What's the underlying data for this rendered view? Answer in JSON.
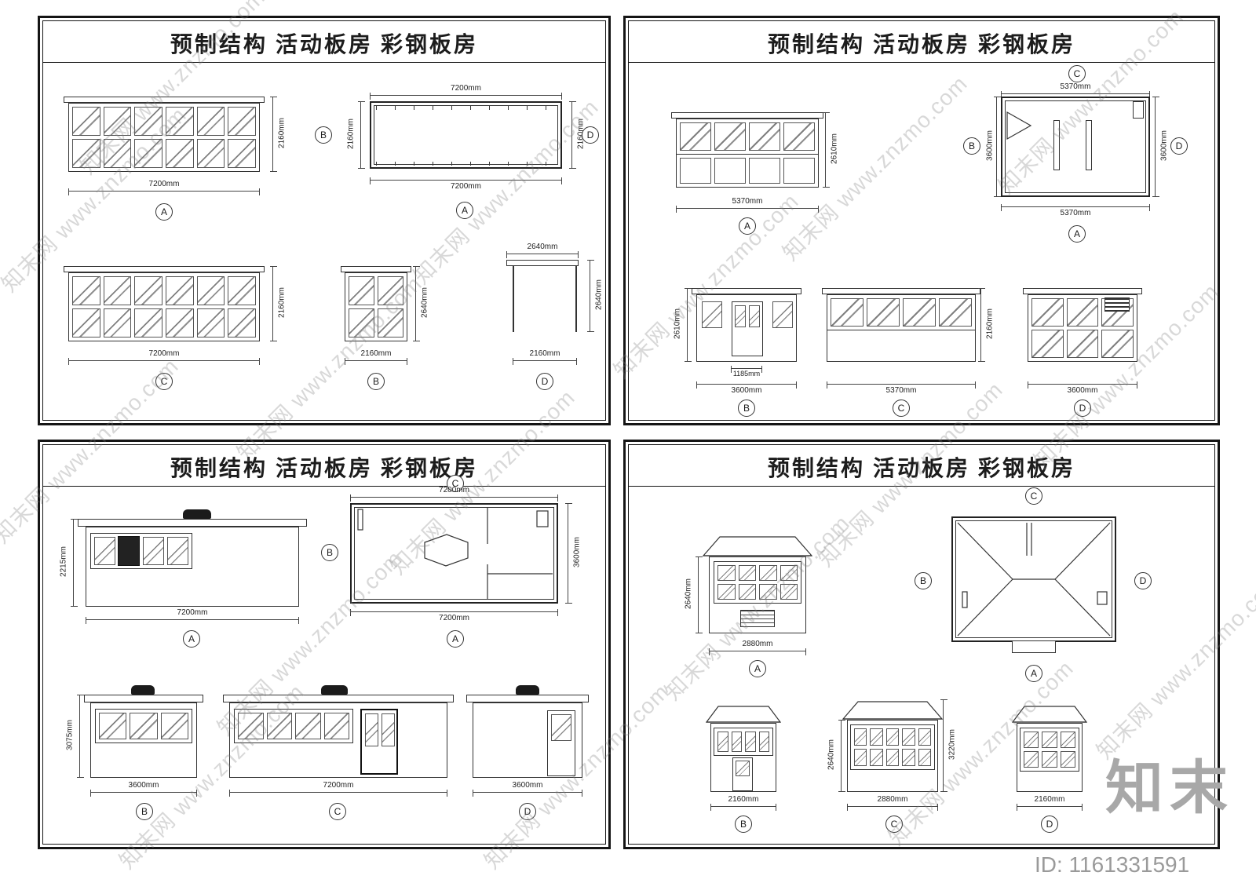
{
  "meta": {
    "watermark": "知末网 www.znzmo.com",
    "logo": "知末",
    "id_text": "ID: 1161331591"
  },
  "p1": {
    "title": "预制结构 活动板房 彩钢板房",
    "a": {
      "h": "2160mm",
      "w": "7200mm",
      "label": "A"
    },
    "plan": {
      "top": "7200mm",
      "bottom": "7200mm",
      "left": "2160mm",
      "right": "2160mm",
      "lleft": "B",
      "lright": "D",
      "lbottom": "A"
    },
    "c": {
      "h": "2160mm",
      "w": "7200mm",
      "label": "C"
    },
    "b": {
      "h": "2640mm",
      "w": "2160mm",
      "label": "B"
    },
    "d": {
      "top": "2640mm",
      "h": "2640mm",
      "w": "2160mm",
      "label": "D"
    }
  },
  "p2": {
    "title": "预制结构 活动板房 彩钢板房",
    "a": {
      "h": "2610mm",
      "w": "5370mm",
      "label": "A"
    },
    "plan": {
      "ltop": "C",
      "top": "5370mm",
      "left": "3600mm",
      "right": "3600mm",
      "bottom": "5370mm",
      "lleft": "B",
      "lright": "D",
      "lbottom": "A"
    },
    "b": {
      "h": "2610mm",
      "door": "1185mm",
      "w": "3600mm",
      "label": "B"
    },
    "c": {
      "h": "2160mm",
      "w": "5370mm",
      "label": "C"
    },
    "d": {
      "w": "3600mm",
      "label": "D"
    }
  },
  "p3": {
    "title": "预制结构 活动板房 彩钢板房",
    "a": {
      "h": "2215mm",
      "w": "7200mm",
      "label": "A"
    },
    "plan": {
      "ltop": "C",
      "top": "7200mm",
      "right": "3600mm",
      "bottom": "7200mm",
      "lleft": "B",
      "lbottom": "A"
    },
    "b": {
      "h": "3075mm",
      "w": "3600mm",
      "label": "B"
    },
    "c": {
      "w": "7200mm",
      "label": "C"
    },
    "d": {
      "w": "3600mm",
      "label": "D"
    }
  },
  "p4": {
    "title": "预制结构 活动板房 彩钢板房",
    "a": {
      "h": "2640mm",
      "w": "2880mm",
      "label": "A"
    },
    "plan": {
      "ltop": "C",
      "lleft": "B",
      "lright": "D",
      "lbottom": "A"
    },
    "b": {
      "w": "2160mm",
      "label": "B"
    },
    "c": {
      "h": "2640mm",
      "hr": "3220mm",
      "w": "2880mm",
      "label": "C"
    },
    "d": {
      "w": "2160mm",
      "label": "D"
    }
  }
}
